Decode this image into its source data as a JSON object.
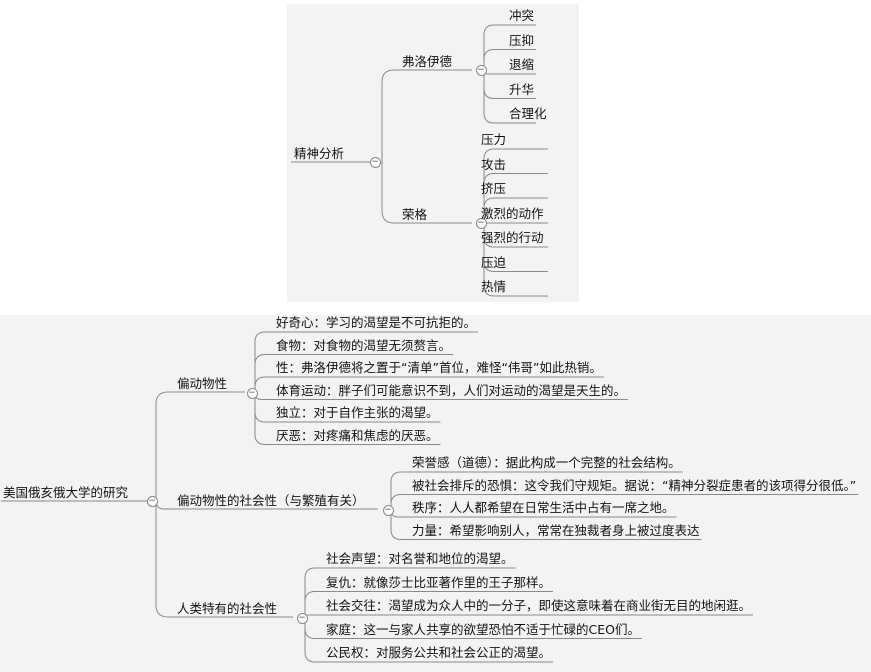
{
  "map1": {
    "root": "精神分析",
    "branches": [
      {
        "label": "弗洛伊德",
        "children": [
          "冲突",
          "压抑",
          "退缩",
          "升华",
          "合理化"
        ]
      },
      {
        "label": "荣格",
        "children": [
          "压力",
          "攻击",
          "挤压",
          "激烈的动作",
          "强烈的行动",
          "压迫",
          "热情"
        ]
      }
    ]
  },
  "map2": {
    "root": "美国俄亥俄大学的研究",
    "branches": [
      {
        "label": "偏动物性",
        "children": [
          "好奇心：学习的渴望是不可抗拒的。",
          "食物：对食物的渴望无须赘言。",
          "性：弗洛伊德将之置于“清单”首位，难怪“伟哥”如此热销。",
          "体育运动：胖子们可能意识不到，人们对运动的渴望是天生的。",
          "独立：对于自作主张的渴望。",
          "厌恶：对疼痛和焦虑的厌恶。"
        ]
      },
      {
        "label": "偏动物性的社会性（与繁殖有关）",
        "children": [
          "荣誉感（道德）：据此构成一个完整的社会结构。",
          "被社会排斥的恐惧：这令我们守规矩。据说：“精神分裂症患者的该项得分很低。”",
          "秩序：人人都希望在日常生活中占有一席之地。",
          "力量：希望影响别人，常常在独裁者身上被过度表达"
        ]
      },
      {
        "label": "人类特有的社会性",
        "children": [
          "社会声望：对名誉和地位的渴望。",
          "复仇：就像莎士比亚著作里的王子那样。",
          "社会交往：渴望成为众人中的一分子，即使这意味着在商业街无目的地闲逛。",
          "家庭：这一与家人共享的欲望恐怕不适于忙碌的CEO们。",
          "公民权：对服务公共和社会公正的渴望。"
        ]
      }
    ]
  },
  "toggle_symbol": "−"
}
